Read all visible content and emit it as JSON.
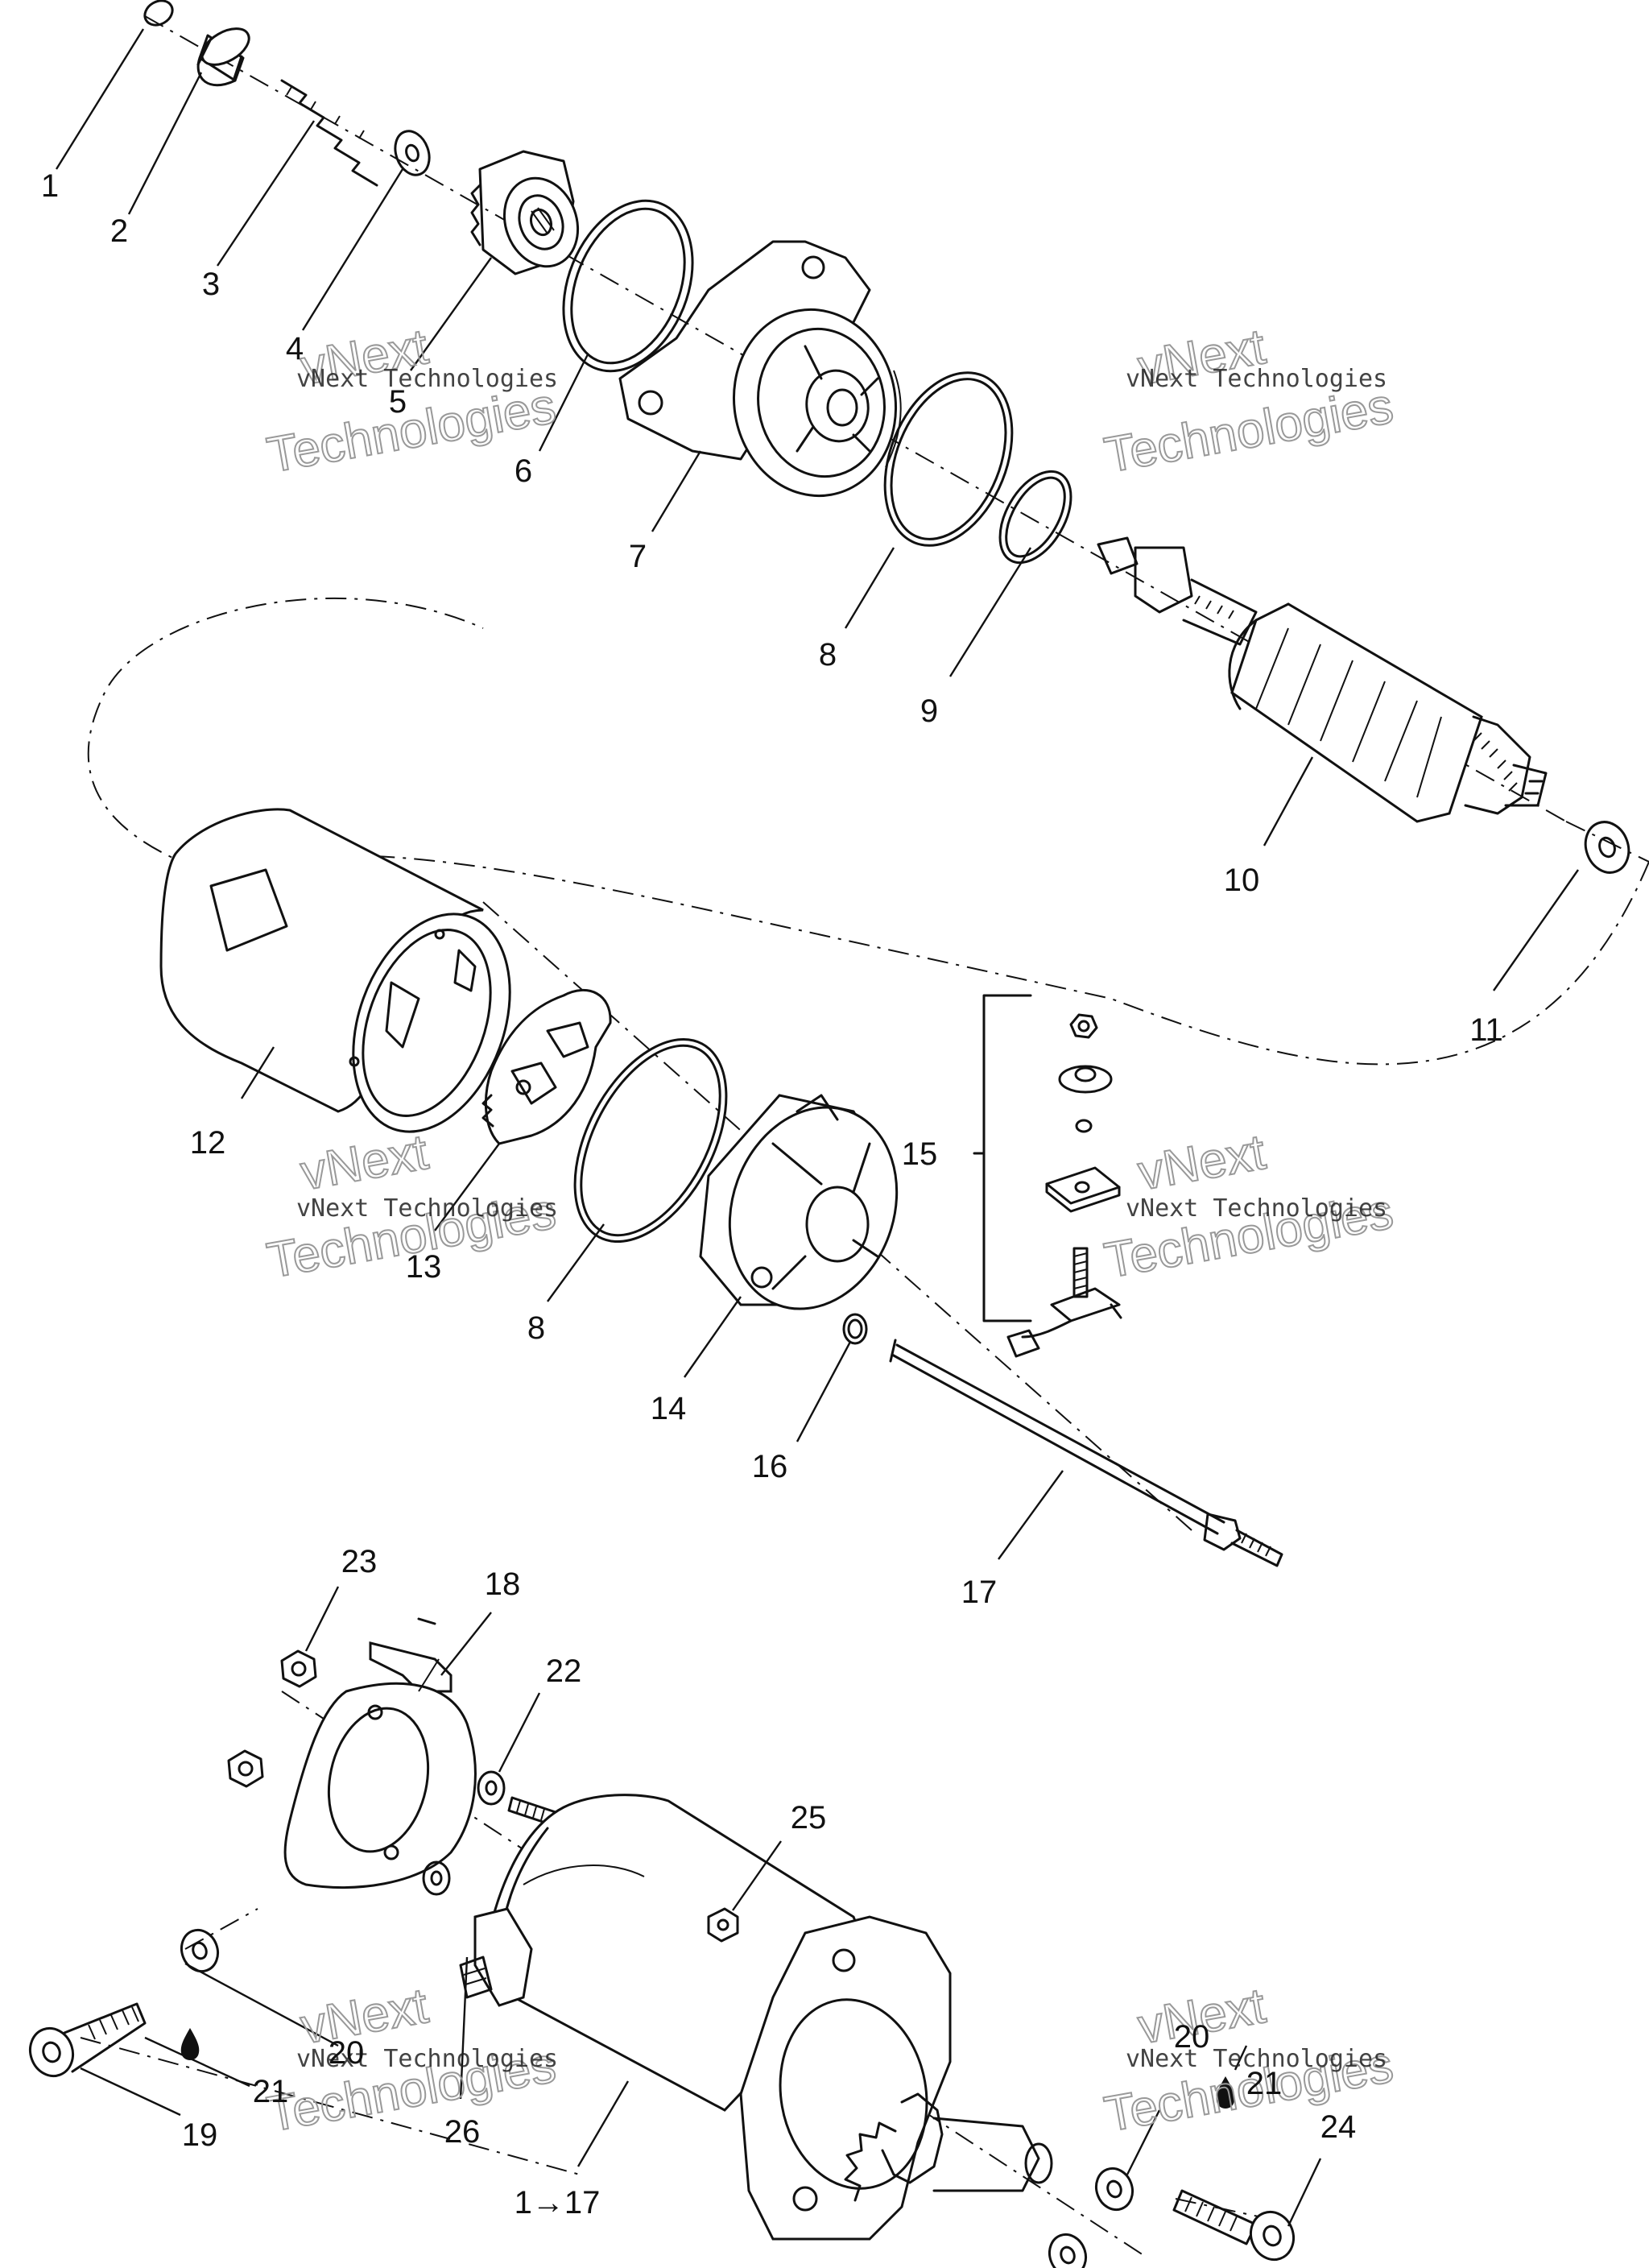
{
  "callouts": {
    "c1": "1",
    "c2": "2",
    "c3": "3",
    "c4": "4",
    "c5": "5",
    "c6": "6",
    "c7": "7",
    "c8a": "8",
    "c9": "9",
    "c10": "10",
    "c11": "11",
    "c12": "12",
    "c13": "13",
    "c8b": "8",
    "c14": "14",
    "c15": "15",
    "c16": "16",
    "c17": "17",
    "c23": "23",
    "c18": "18",
    "c22": "22",
    "c25": "25",
    "c20a": "20",
    "c21a": "21",
    "c19": "19",
    "c26": "26",
    "c117": "1→17",
    "c20b": "20",
    "c21b": "21",
    "c24": "24"
  },
  "watermark": {
    "brand": "vNext",
    "line": "vNext Technologies",
    "word": "Technologies"
  }
}
